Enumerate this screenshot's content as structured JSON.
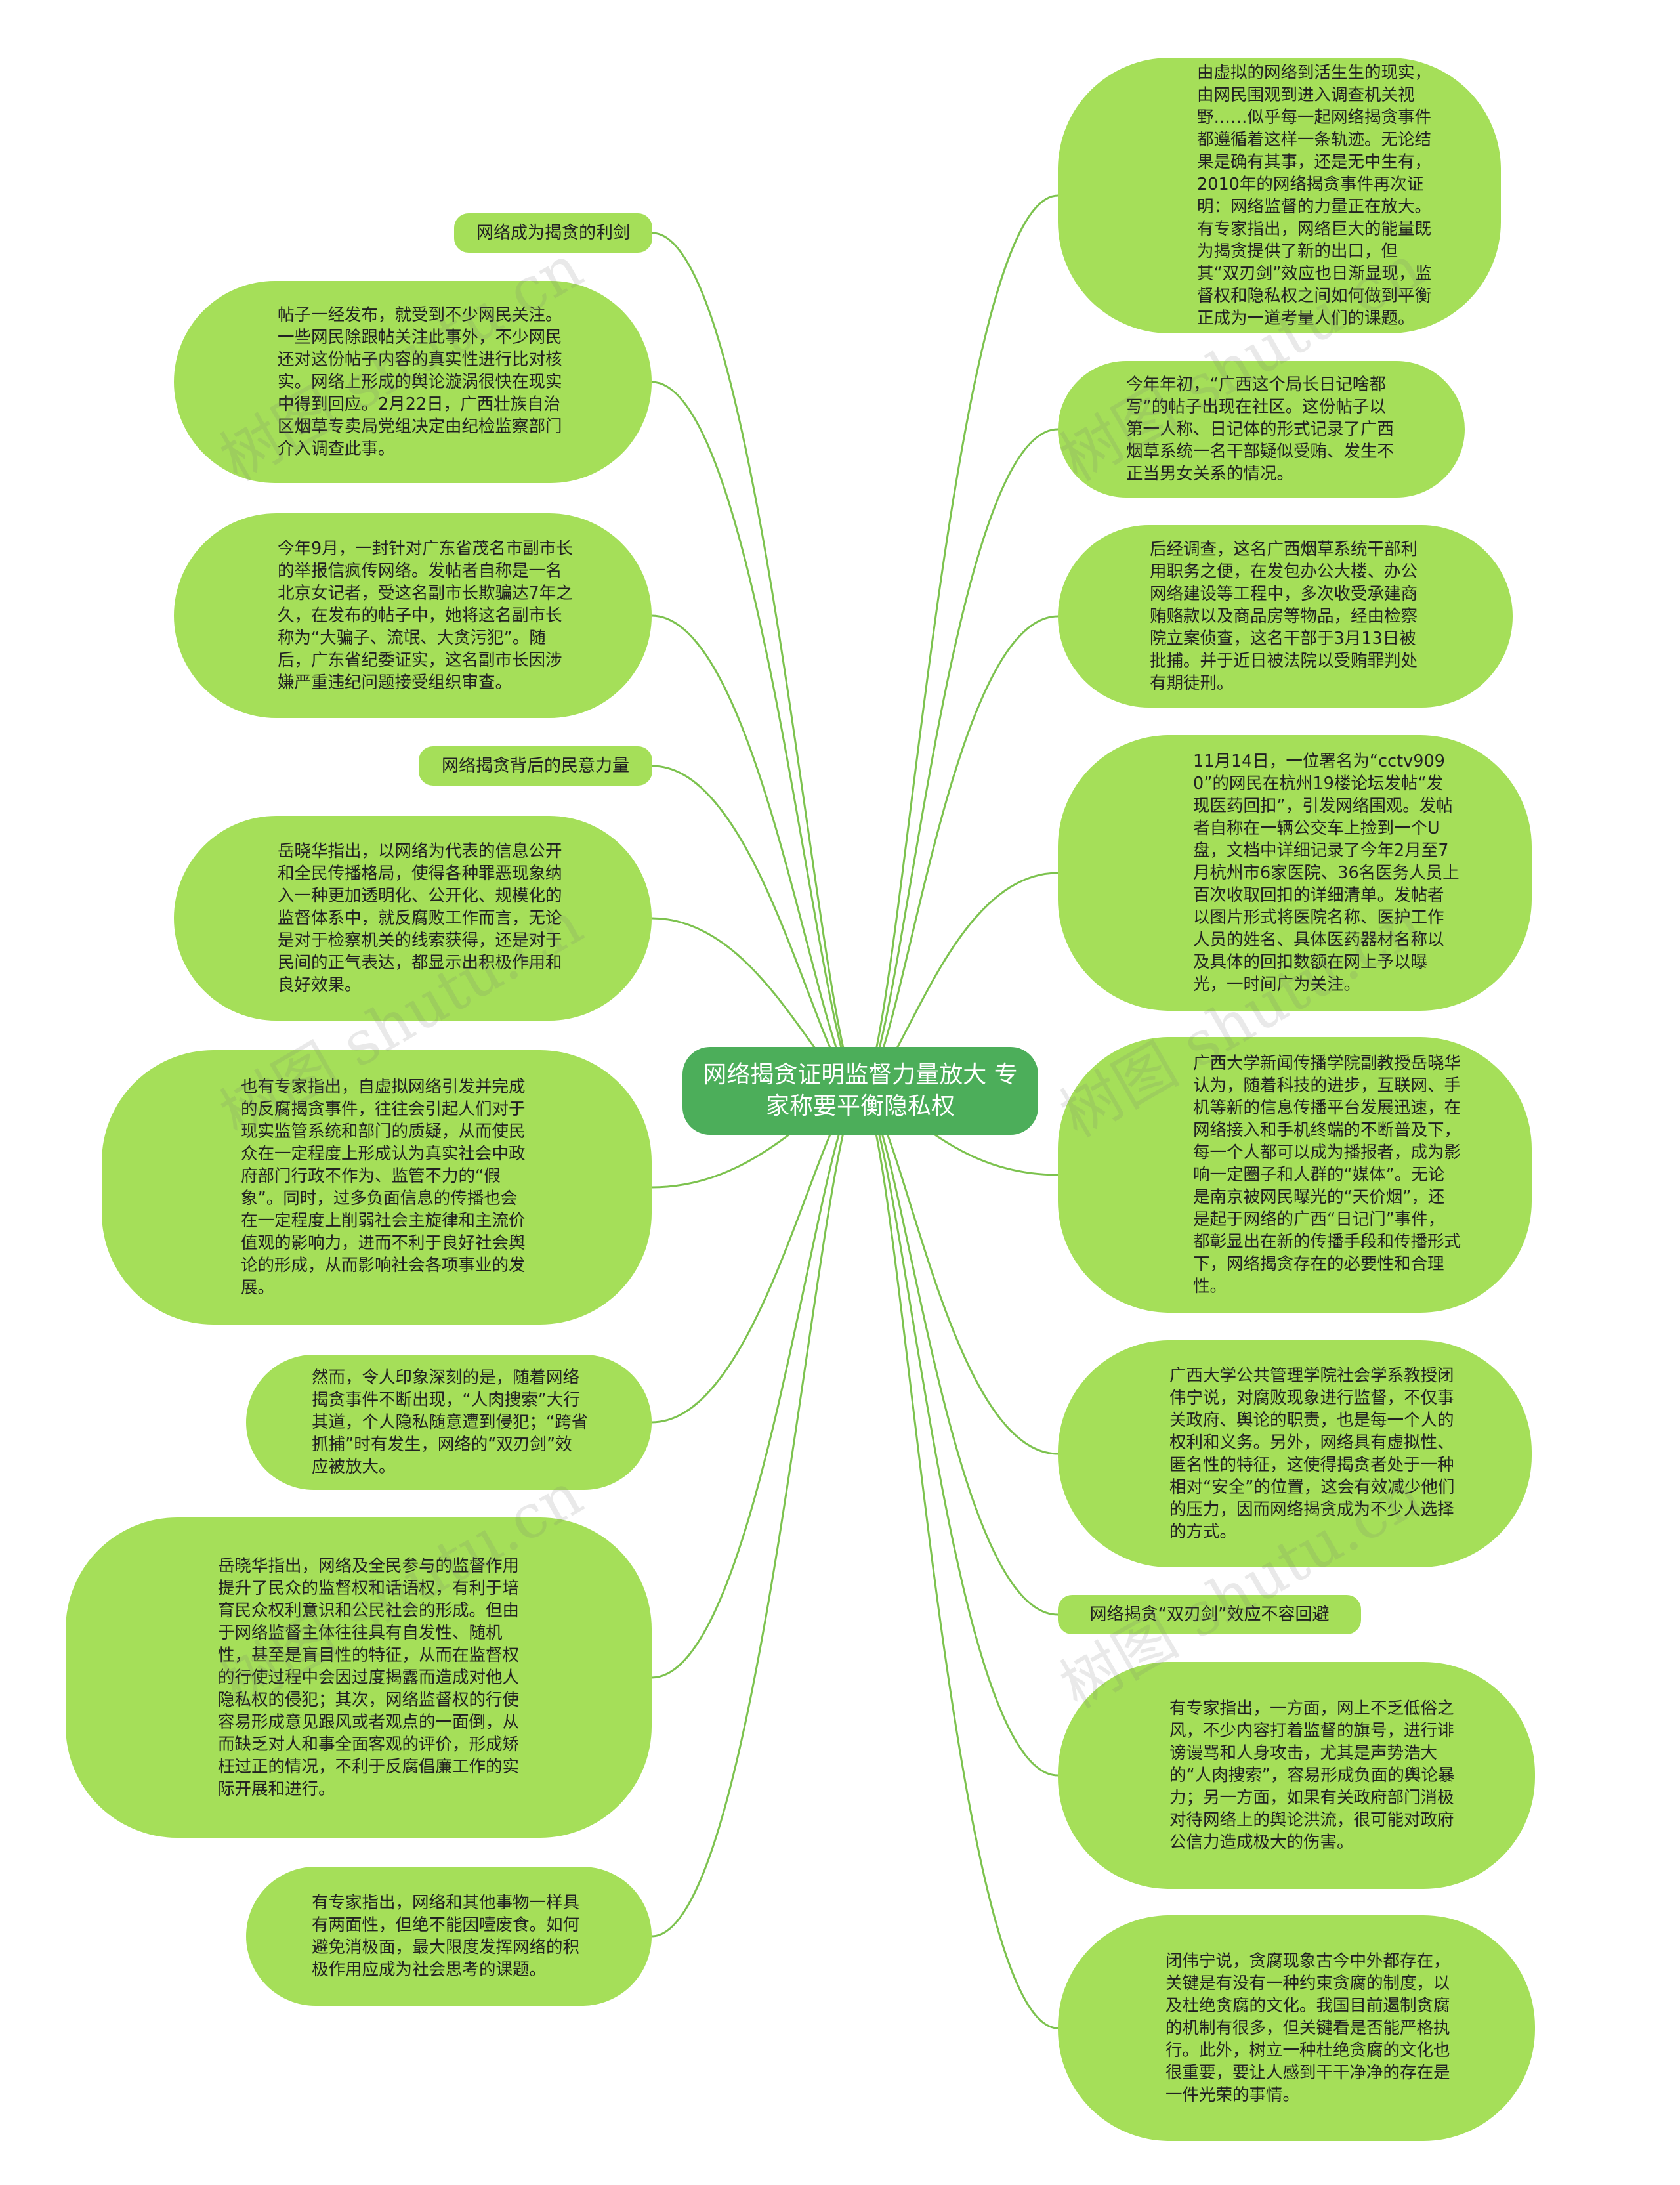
{
  "root": {
    "text": "网络揭贪证明监督力量放大 专家称要平衡隐私权"
  },
  "left": [
    {
      "text": "网络成为揭贪的利剑",
      "kind": "label"
    },
    {
      "text": "帖子一经发布，就受到不少网民关注。一些网民除跟帖关注此事外，不少网民还对这份帖子内容的真实性进行比对核实。网络上形成的舆论漩涡很快在现实中得到回应。2月22日，广西壮族自治区烟草专卖局党组决定由纪检监察部门介入调查此事。"
    },
    {
      "text": "今年9月，一封针对广东省茂名市副市长的举报信疯传网络。发帖者自称是一名北京女记者，受这名副市长欺骗达7年之久，在发布的帖子中，她将这名副市长称为“大骗子、流氓、大贪污犯”。随后，广东省纪委证实，这名副市长因涉嫌严重违纪问题接受组织审查。"
    },
    {
      "text": "网络揭贪背后的民意力量",
      "kind": "label"
    },
    {
      "text": "岳晓华指出，以网络为代表的信息公开和全民传播格局，使得各种罪恶现象纳入一种更加透明化、公开化、规模化的监督体系中，就反腐败工作而言，无论是对于检察机关的线索获得，还是对于民间的正气表达，都显示出积极作用和良好效果。"
    },
    {
      "text": "也有专家指出，自虚拟网络引发并完成的反腐揭贪事件，往往会引起人们对于现实监管系统和部门的质疑，从而使民众在一定程度上形成认为真实社会中政府部门行政不作为、监管不力的“假象”。同时，过多负面信息的传播也会在一定程度上削弱社会主旋律和主流价值观的影响力，进而不利于良好社会舆论的形成，从而影响社会各项事业的发展。"
    },
    {
      "text": "然而，令人印象深刻的是，随着网络揭贪事件不断出现，“人肉搜索”大行其道，个人隐私随意遭到侵犯；“跨省抓捕”时有发生，网络的“双刃剑”效应被放大。"
    },
    {
      "text": "岳晓华指出，网络及全民参与的监督作用提升了民众的监督权和话语权，有利于培育民众权利意识和公民社会的形成。但由于网络监督主体往往具有自发性、随机性，甚至是盲目性的特征，从而在监督权的行使过程中会因过度揭露而造成对他人隐私权的侵犯；其次，网络监督权的行使容易形成意见跟风或者观点的一面倒，从而缺乏对人和事全面客观的评价，形成矫枉过正的情况，不利于反腐倡廉工作的实际开展和进行。"
    },
    {
      "text": "有专家指出，网络和其他事物一样具有两面性，但绝不能因噎废食。如何避免消极面，最大限度发挥网络的积极作用应成为社会思考的课题。"
    }
  ],
  "right": [
    {
      "text": "由虚拟的网络到活生生的现实，由网民围观到进入调查机关视野……似乎每一起网络揭贪事件都遵循着这样一条轨迹。无论结果是确有其事，还是无中生有，2010年的网络揭贪事件再次证明：网络监督的力量正在放大。有专家指出，网络巨大的能量既为揭贪提供了新的出口，但其“双刃剑”效应也日渐显现，监督权和隐私权之间如何做到平衡正成为一道考量人们的课题。"
    },
    {
      "text": "今年年初，“广西这个局长日记啥都写”的帖子出现在社区。这份帖子以第一人称、日记体的形式记录了广西烟草系统一名干部疑似受贿、发生不正当男女关系的情况。"
    },
    {
      "text": "后经调查，这名广西烟草系统干部利用职务之便，在发包办公大楼、办公网络建设等工程中，多次收受承建商贿赂款以及商品房等物品，经由检察院立案侦查，这名干部于3月13日被批捕。并于近日被法院以受贿罪判处有期徒刑。"
    },
    {
      "text": "11月14日，一位署名为“cctv9090”的网民在杭州19楼论坛发帖“发现医药回扣”，引发网络围观。发帖者自称在一辆公交车上捡到一个U盘，文档中详细记录了今年2月至7月杭州市6家医院、36名医务人员上百次收取回扣的详细清单。发帖者以图片形式将医院名称、医护工作人员的姓名、具体医药器材名称以及具体的回扣数额在网上予以曝光，一时间广为关注。"
    },
    {
      "text": "广西大学新闻传播学院副教授岳晓华认为，随着科技的进步，互联网、手机等新的信息传播平台发展迅速，在网络接入和手机终端的不断普及下，每一个人都可以成为播报者，成为影响一定圈子和人群的“媒体”。无论是南京被网民曝光的“天价烟”，还是起于网络的广西“日记门”事件，都彰显出在新的传播手段和传播形式下，网络揭贪存在的必要性和合理性。"
    },
    {
      "text": "广西大学公共管理学院社会学系教授闭伟宁说，对腐败现象进行监督，不仅事关政府、舆论的职责，也是每一个人的权利和义务。另外，网络具有虚拟性、匿名性的特征，这使得揭贪者处于一种相对“安全”的位置，这会有效减少他们的压力，因而网络揭贪成为不少人选择的方式。"
    },
    {
      "text": "网络揭贪“双刃剑”效应不容回避",
      "kind": "label"
    },
    {
      "text": "有专家指出，一方面，网上不乏低俗之风，不少内容打着监督的旗号，进行诽谤谩骂和人身攻击，尤其是声势浩大的“人肉搜索”，容易形成负面的舆论暴力；另一方面，如果有关政府部门消极对待网络上的舆论洪流，很可能对政府公信力造成极大的伤害。"
    },
    {
      "text": "闭伟宁说，贪腐现象古今中外都存在，关键是有没有一种约束贪腐的制度，以及杜绝贪腐的文化。我国目前遏制贪腐的机制有很多，但关键看是否能严格执行。此外，树立一种杜绝贪腐的文化也很重要，要让人感到干干净净的存在是一件光荣的事情。"
    }
  ],
  "watermark": "树图 shutu.cn",
  "colors": {
    "node_fill": "#a5df59",
    "root_fill": "#4cae5a",
    "link": "#7cc24e",
    "root_text": "#ffffff"
  }
}
